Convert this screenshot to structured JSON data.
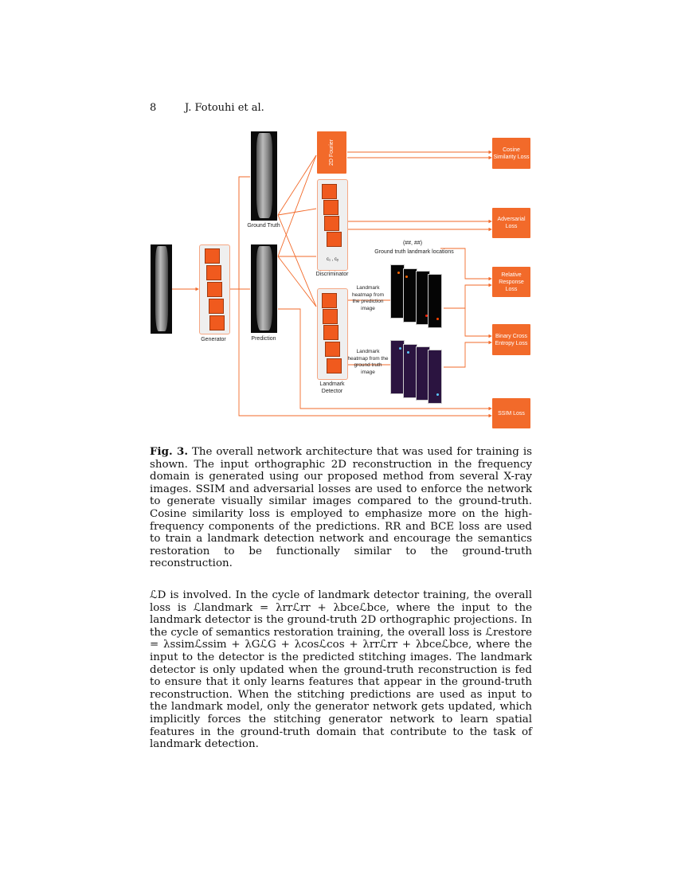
{
  "header": {
    "page_number": "8",
    "authors": "J. Fotouhi et al."
  },
  "figure": {
    "labels": {
      "generator": "Generator",
      "ground_truth": "Ground Truth",
      "prediction": "Prediction",
      "fourier": "2D Fourier",
      "discriminator": "Discriminator",
      "disc_output": "c₁ , cᵧ",
      "landmark_detector": "Landmark Detector",
      "landmark_coords": "(##, ##)",
      "gt_landmark_locations": "Ground truth landmark locations",
      "heatmap_prediction": "Landmark heatmap from the prediction image",
      "heatmap_ground_truth": "Landmark heatmap from the ground truth image"
    },
    "losses": [
      "Cosine Similarity Loss",
      "Adversarial Loss",
      "Relative Response Loss",
      "Binary Cross Entropy Loss",
      "SSIM Loss"
    ],
    "colors": {
      "accent": "#f26a2a",
      "heatmap_pred_bg": "#050505",
      "heatmap_gt_bg": "#2b1440"
    }
  },
  "caption": {
    "label": "Fig. 3.",
    "text": "The overall network architecture that was used for training is shown. The input orthographic 2D reconstruction in the frequency domain is generated using our proposed method from several X-ray images. SSIM and adversarial losses are used to enforce the network to generate visually similar images compared to the ground-truth. Cosine similarity loss is employed to emphasize more on the high-frequency components of the predictions. RR and BCE loss are used to train a landmark detection network and encourage the semantics restoration to be functionally similar to the ground-truth reconstruction."
  },
  "body": {
    "p1": "ℒD is involved. In the cycle of landmark detector training, the overall loss is ℒlandmark = λrrℒrr + λbceℒbce, where the input to the landmark detector is the ground-truth 2D orthographic projections. In the cycle of semantics restoration training, the overall loss is ℒrestore = λssimℒssim + λGℒG + λcosℒcos + λrrℒrr + λbceℒbce, where the input to the detector is the predicted stitching images. The landmark detector is only updated when the ground-truth reconstruction is fed to ensure that it only learns features that appear in the ground-truth reconstruction. When the stitching predictions are used as input to the landmark model, only the generator network gets updated, which implicitly forces the stitching generator network to learn spatial features in the ground-truth domain that contribute to the task of landmark detection."
  }
}
